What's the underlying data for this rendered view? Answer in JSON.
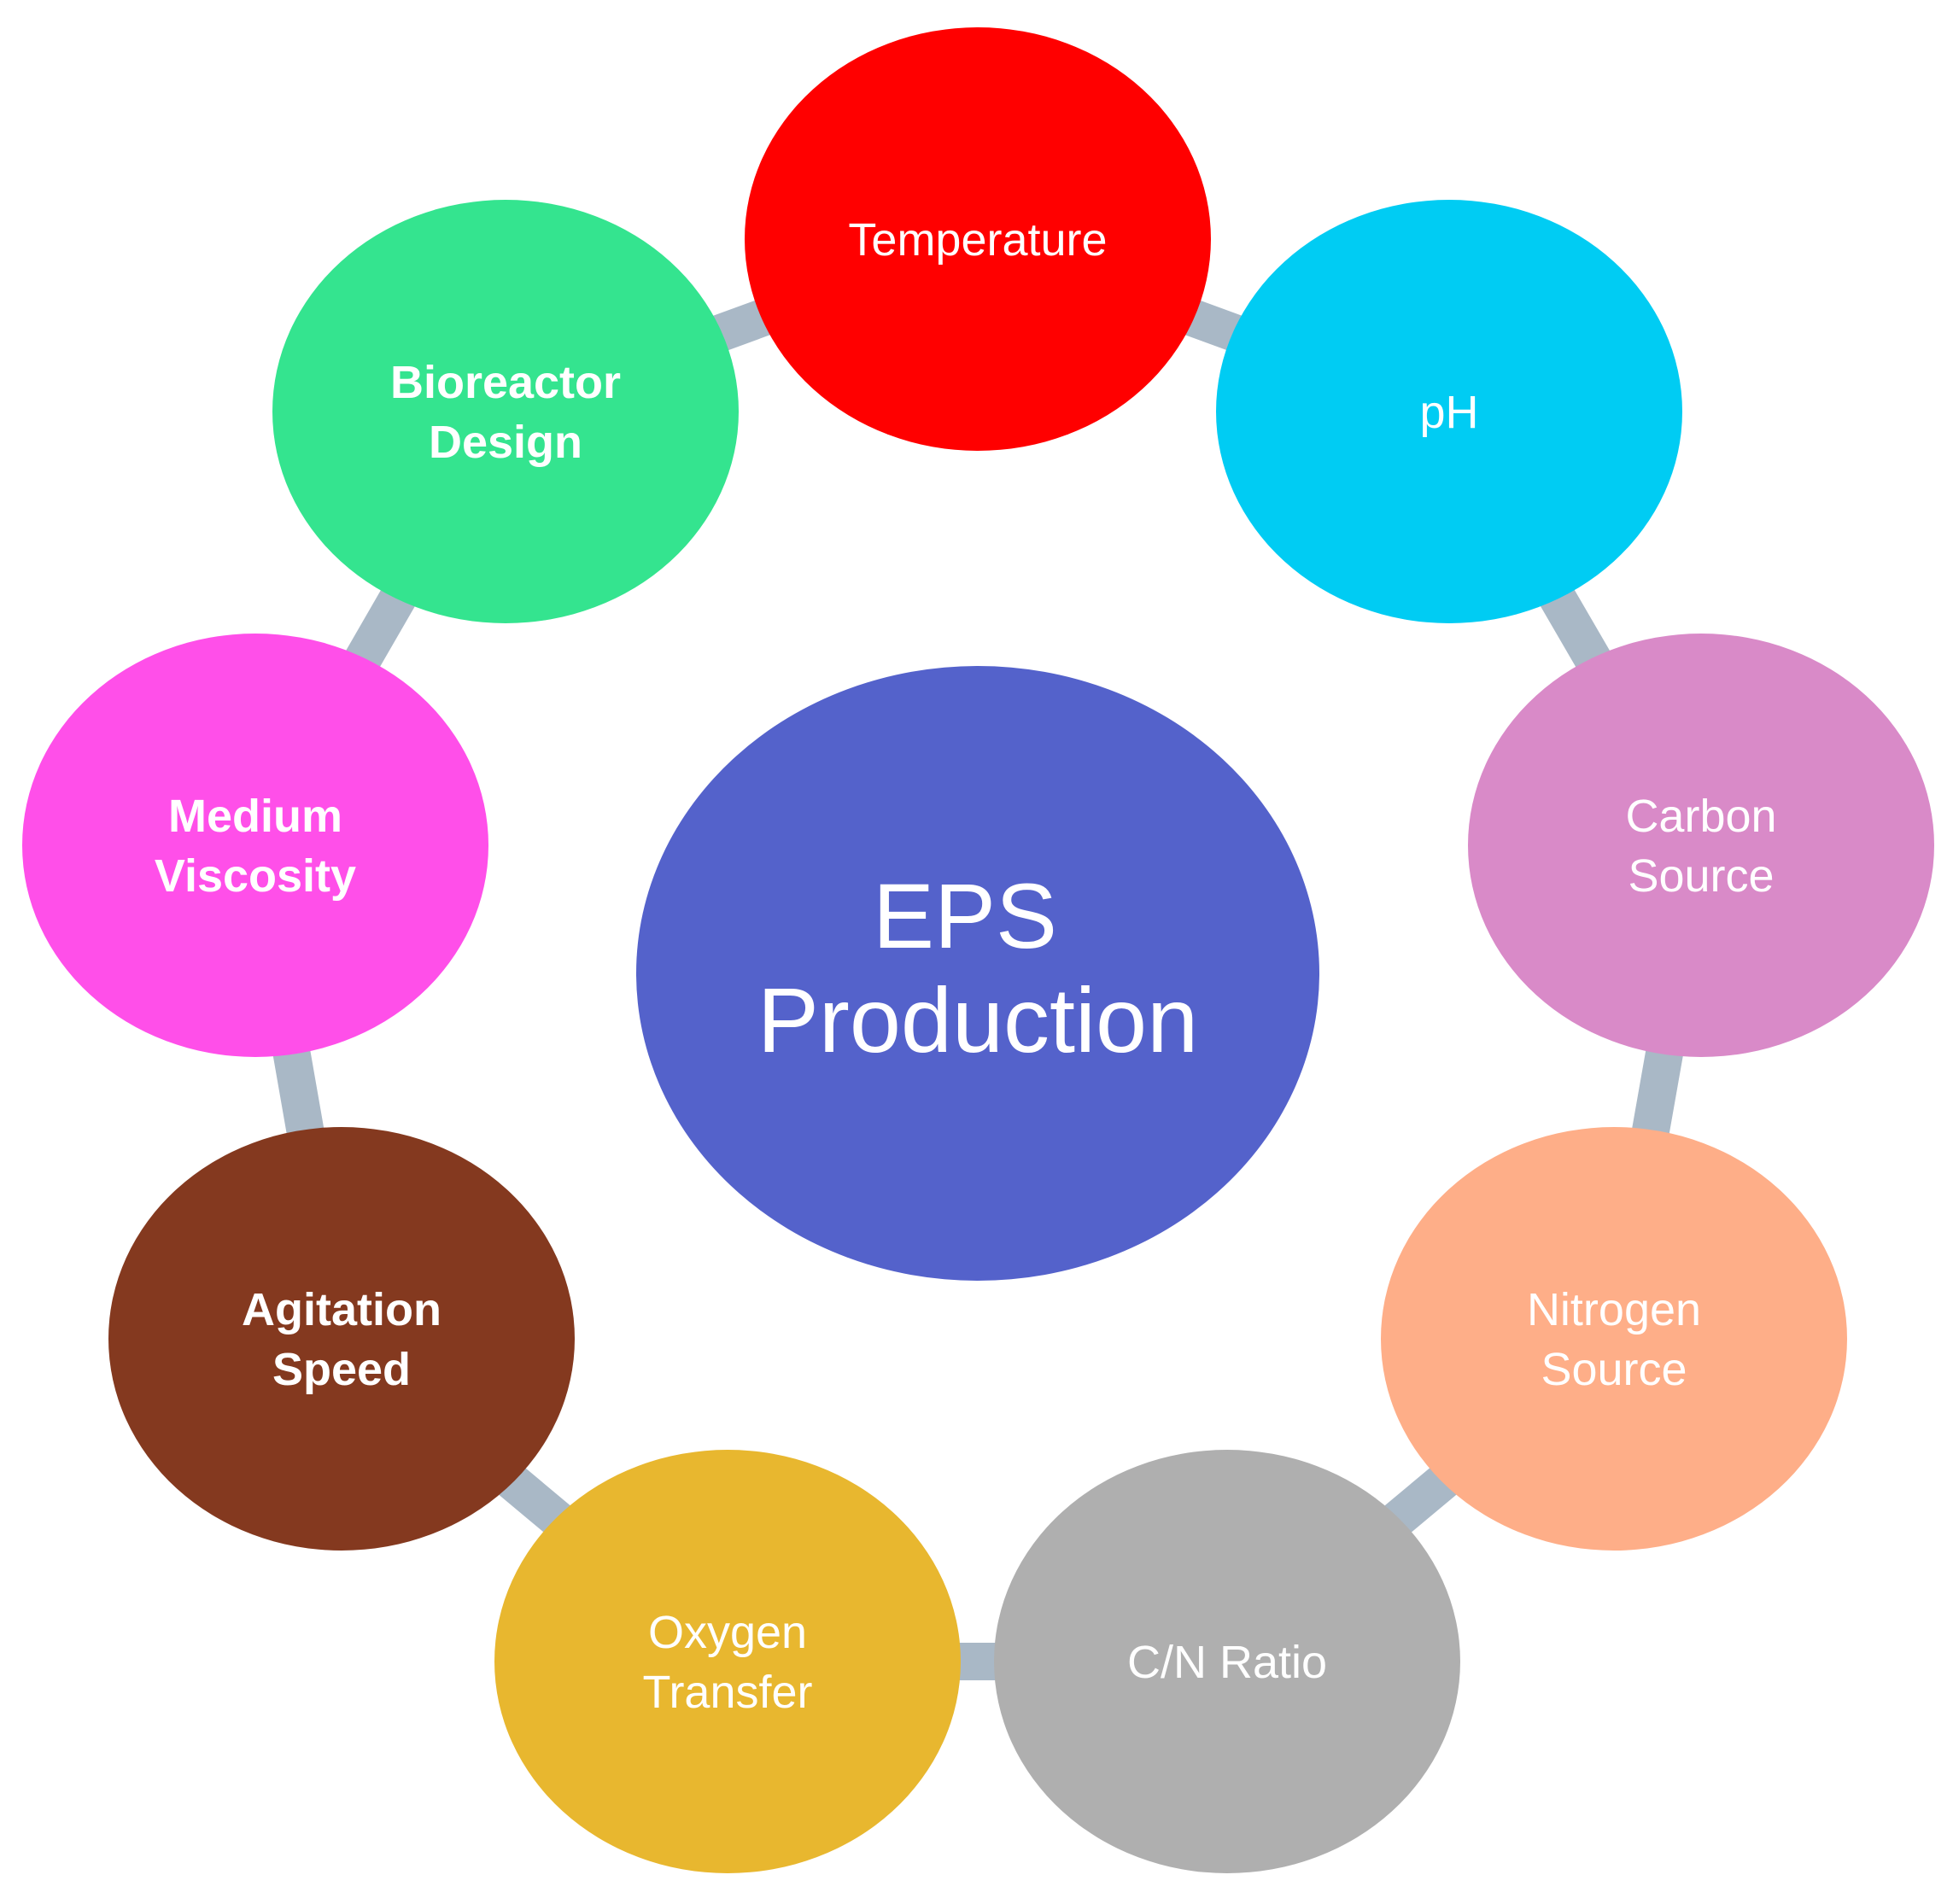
{
  "center": {
    "lines": [
      "EPS",
      "Production"
    ],
    "color": "#5462CB"
  },
  "connector_color": "#A9B8C6",
  "nodes": [
    {
      "id": "temperature",
      "lines": [
        "Temperature"
      ],
      "color": "#FF0000",
      "bold": false
    },
    {
      "id": "ph",
      "lines": [
        "pH"
      ],
      "color": "#00CCF3",
      "bold": false
    },
    {
      "id": "carbon-source",
      "lines": [
        "Carbon",
        "Source"
      ],
      "color": "#D98AC8",
      "bold": false
    },
    {
      "id": "nitrogen-source",
      "lines": [
        "Nitrogen",
        "Source"
      ],
      "color": "#FEAE88",
      "bold": false
    },
    {
      "id": "cn-ratio",
      "lines": [
        "C/N Ratio"
      ],
      "color": "#AFAFAF",
      "bold": false
    },
    {
      "id": "oxygen-transfer",
      "lines": [
        "Oxygen",
        "Transfer"
      ],
      "color": "#E8B72F",
      "bold": false
    },
    {
      "id": "agitation-speed",
      "lines": [
        "Agitation",
        "Speed"
      ],
      "color": "#84391F",
      "bold": true
    },
    {
      "id": "medium-viscosity",
      "lines": [
        "Medium",
        "Viscosity"
      ],
      "color": "#FF4FE9",
      "bold": true
    },
    {
      "id": "bioreactor-design",
      "lines": [
        "Bioreactor",
        "Design"
      ],
      "color": "#34E48F",
      "bold": true
    }
  ]
}
